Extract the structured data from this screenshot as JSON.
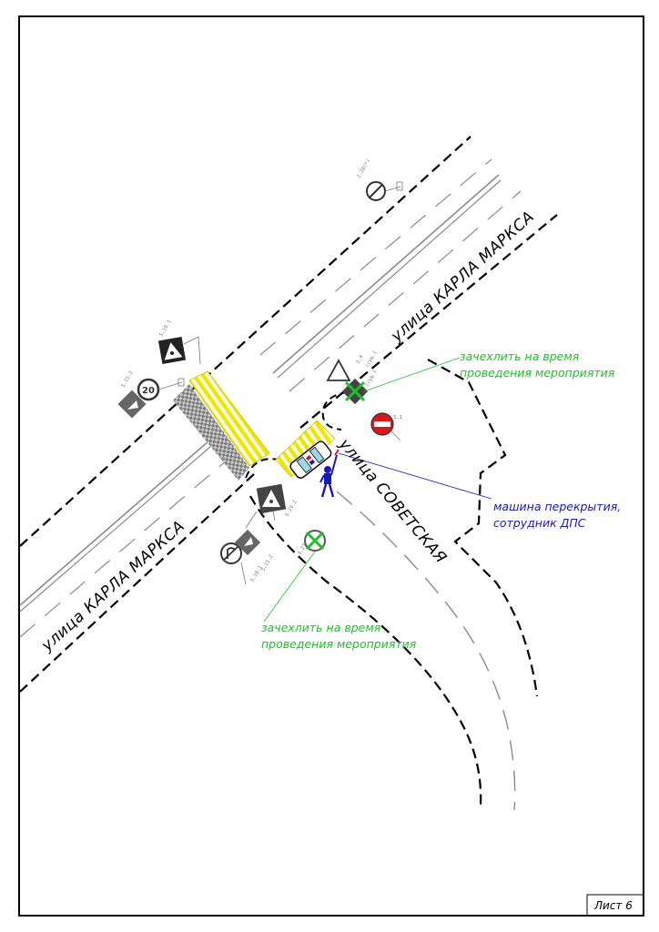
{
  "streets": {
    "karla_marksa_top": "улица КАРЛА МАРКСА",
    "karla_marksa_bottom": "улица КАРЛА МАРКСА",
    "sovetskaya": "улица СОВЕТСКАЯ"
  },
  "annotations": {
    "cover_top": [
      "зачехлить на время",
      "проведения мероприятия"
    ],
    "cover_bottom": [
      "зачехлить на время",
      "проведения мероприятия"
    ],
    "blocking_car": [
      "машина перекрытия,",
      "сотрудник ДПС"
    ]
  },
  "signs": {
    "no_entry_code": "3.1"
  },
  "sheet_label": "Лист 6",
  "colors": {
    "crosswalk_yellow": "#f2e600",
    "crosswalk_gray": "#9a9a9a",
    "cover_green": "#1fbf2a",
    "police_blue": "#1a1ab0",
    "no_entry_red": "#d81818",
    "road_dashes": "#000000",
    "lane_gray": "#8a8a8a"
  },
  "icons": [
    "give-way-sign-icon",
    "no-entry-sign-icon",
    "pedestrian-crossing-sign-icon",
    "speed-limit-sign-icon",
    "no-u-turn-sign-icon",
    "police-officer-icon",
    "police-car-icon"
  ]
}
